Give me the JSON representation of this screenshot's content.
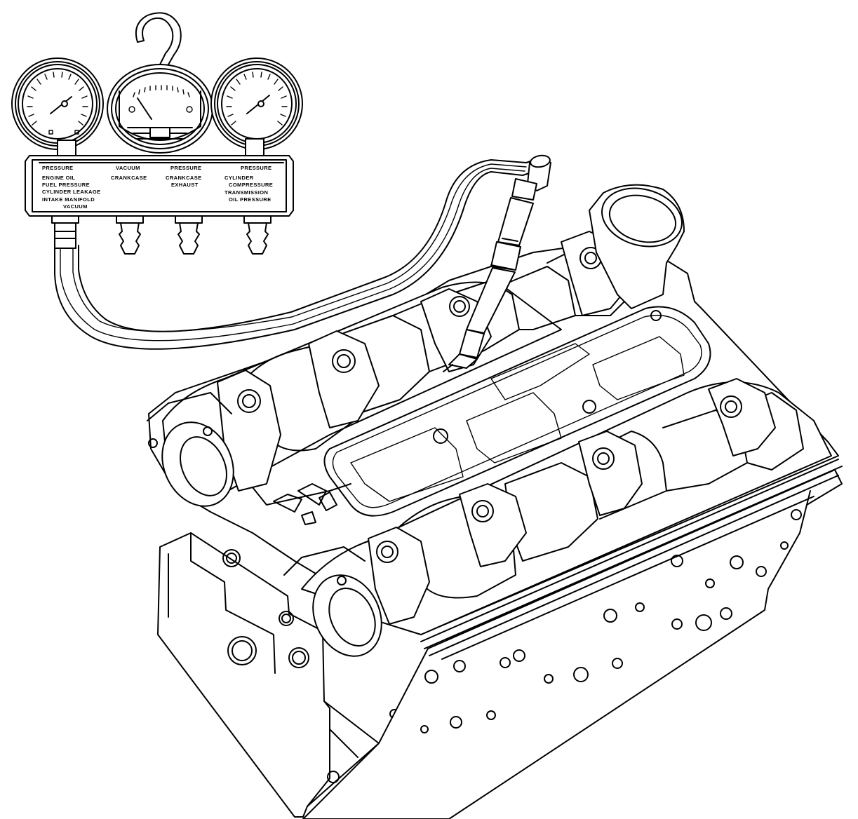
{
  "gauge_panel": {
    "headers": {
      "pressure_left": "PRESSURE",
      "vacuum": "VACUUM",
      "pressure_mid": "PRESSURE",
      "pressure_right": "PRESSURE"
    },
    "left_items": [
      "ENGINE OIL",
      "FUEL PRESSURE",
      "CYLINDER LEAKAGE",
      "INTAKE MANIFOLD"
    ],
    "left_items_cont": "VACUUM",
    "vacuum_item": "CRANKCASE",
    "mid_item_line1": "CRANKCASE",
    "mid_item_line2": "EXHAUST",
    "right_item1_line1": "CYLINDER",
    "right_item1_line2": "COMPRESSURE",
    "right_item2_line1": "TRANSMISSION",
    "right_item2_line2": "OIL PRESSURE"
  },
  "icons": {
    "gauge_set": "pressure-vacuum-gauge-set-icon",
    "engine": "engine-cylinder-head-icon",
    "hose": "test-hose-icon",
    "probe": "test-probe-icon"
  },
  "colors": {
    "line": "#000000",
    "background": "#ffffff"
  }
}
